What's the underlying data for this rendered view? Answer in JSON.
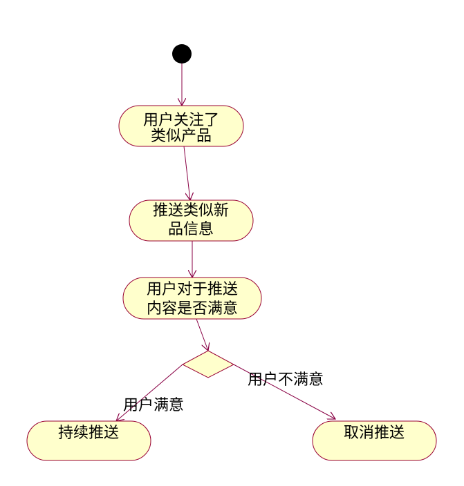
{
  "diagram": {
    "colors": {
      "node_fill": "#FFFFCC",
      "node_stroke": "#990033",
      "edge": "#880044",
      "start": "#000000"
    },
    "nodes": {
      "n1": {
        "line1": "用户关注了",
        "line2": "类似产品"
      },
      "n2": {
        "line1": "推送类似新",
        "line2": "品信息"
      },
      "n3": {
        "line1": "用户对于推送",
        "line2": "内容是否满意"
      },
      "n4": {
        "label": "持续推送"
      },
      "n5": {
        "label": "取消推送"
      }
    },
    "edges": {
      "satisfied": "用户满意",
      "unsatisfied": "用户不满意"
    }
  }
}
